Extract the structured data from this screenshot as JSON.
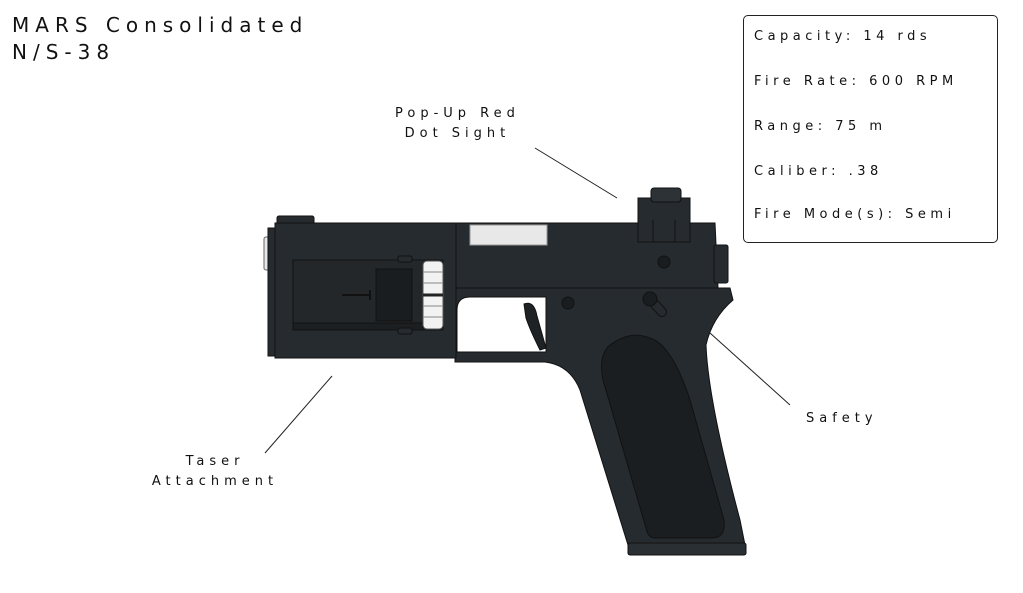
{
  "title": {
    "line1": "MARS Consolidated",
    "line2": "N/S-38"
  },
  "specs": [
    "Capacity: 14 rds",
    "Fire Rate: 600 RPM",
    "Range: 75 m",
    "Caliber: .38",
    "Fire Mode(s): Semi"
  ],
  "callouts": {
    "sight": {
      "line1": "Pop-Up Red",
      "line2": "Dot Sight"
    },
    "taser": {
      "line1": "Taser",
      "line2": "Attachment"
    },
    "safety": "Safety"
  },
  "colors": {
    "body": "#262b2f",
    "dark": "#1a1d1f",
    "silver": "#e8e8e8"
  }
}
